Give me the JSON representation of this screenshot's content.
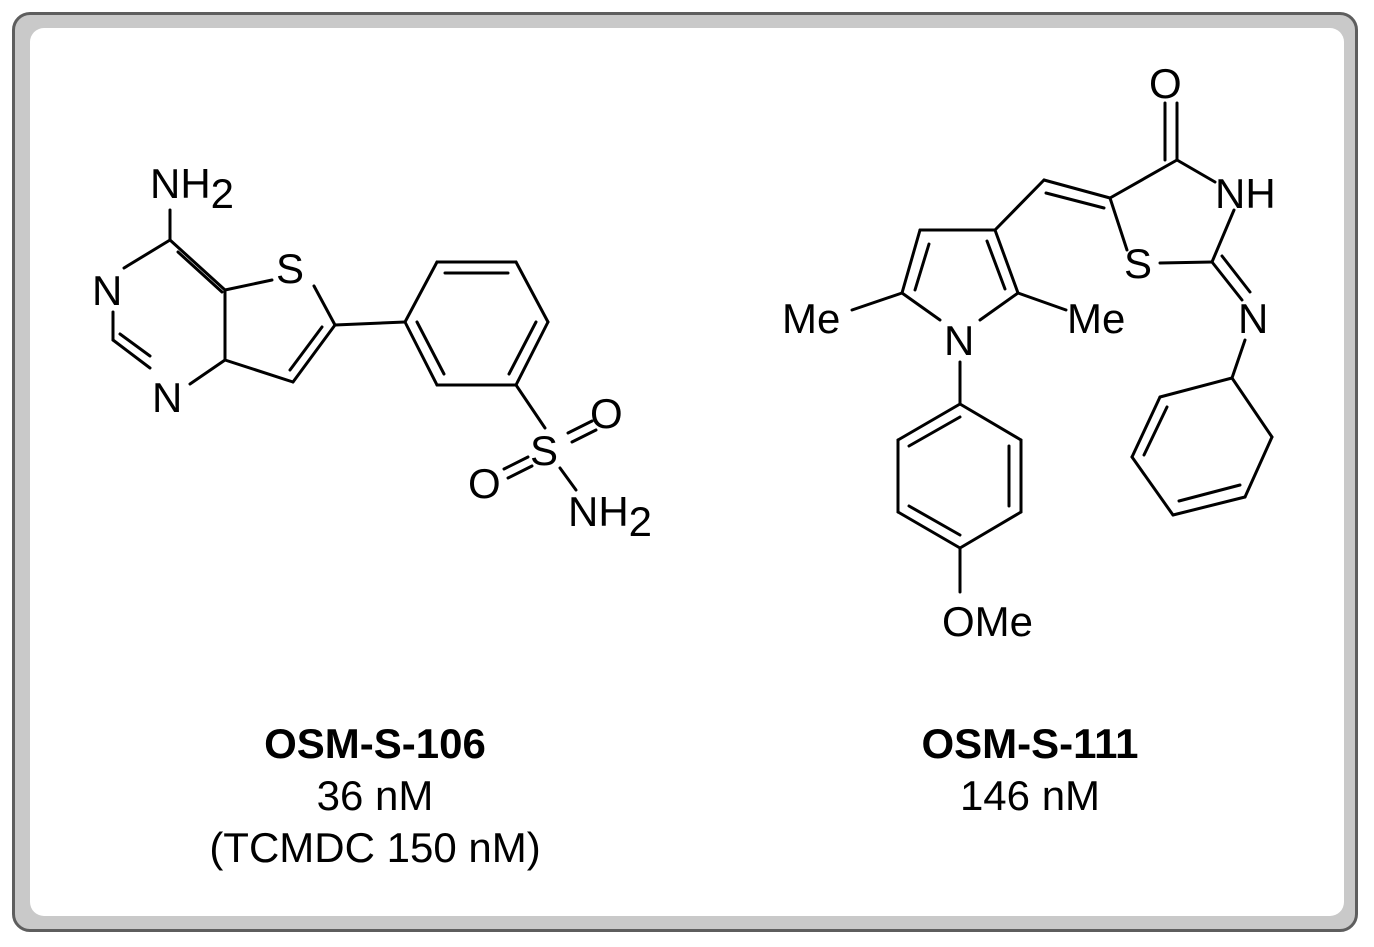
{
  "compounds": [
    {
      "name": "OSM-S-106",
      "activity": "36 nM",
      "note": "(TCMDC 150 nM)",
      "atoms": {
        "nh2_top": "NH",
        "nh2_top_sub": "2",
        "n1": "N",
        "n2": "N",
        "s_ring": "S",
        "s_sulfonyl": "S",
        "o1": "O",
        "o2": "O",
        "nh2_sulf": "NH",
        "nh2_sulf_sub": "2"
      }
    },
    {
      "name": "OSM-S-111",
      "activity": "146 nM",
      "atoms": {
        "o_carbonyl": "O",
        "nh": "NH",
        "s_ring": "S",
        "n_imine": "N",
        "n_pyrrole": "N",
        "me_left": "Me",
        "me_right": "Me",
        "ome": "OMe"
      }
    }
  ]
}
